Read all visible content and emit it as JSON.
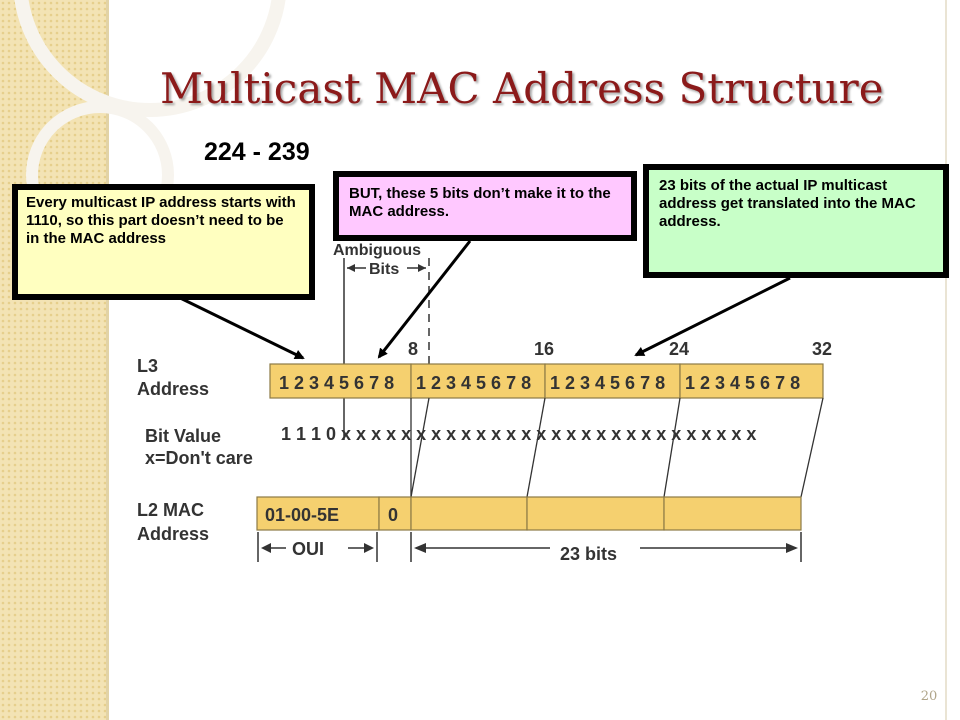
{
  "title": "Multicast MAC Address Structure",
  "range_label": "224 - 239",
  "callouts": {
    "first_bits": "Every multicast IP address starts with 1110, so this part doesn’t need to be in the MAC address",
    "five_bits": "BUT, these 5 bits don’t make it to the MAC address.",
    "twenty_three_bits": "23 bits of the actual IP multicast address get translated into the MAC address."
  },
  "diagram": {
    "ambiguous_label": "Ambiguous",
    "bits_label": "Bits",
    "boundaries": [
      "8",
      "16",
      "24",
      "32"
    ],
    "l3_label": [
      "L3",
      "Address"
    ],
    "l3_octet_bits": [
      "1",
      "2",
      "3",
      "4",
      "5",
      "6",
      "7",
      "8"
    ],
    "bit_value_label": [
      "Bit Value",
      "x=Don't care"
    ],
    "bit_values": "1 1 1 0 x x x x x x x x x x x x x x x x x x x x x x x x x x x x",
    "l2_label": [
      "L2 MAC",
      "Address"
    ],
    "mac_prefix": "01-00-5E",
    "mac_zero": "0",
    "oui_label": "OUI",
    "bits23_label": "23 bits"
  },
  "page_number": "20",
  "colors": {
    "title": "#8b1a1a",
    "cell_fill": "#f5d06f",
    "callout_yellow": "#ffffc0",
    "callout_pink": "#ffc8ff",
    "callout_green": "#c8ffc8"
  }
}
